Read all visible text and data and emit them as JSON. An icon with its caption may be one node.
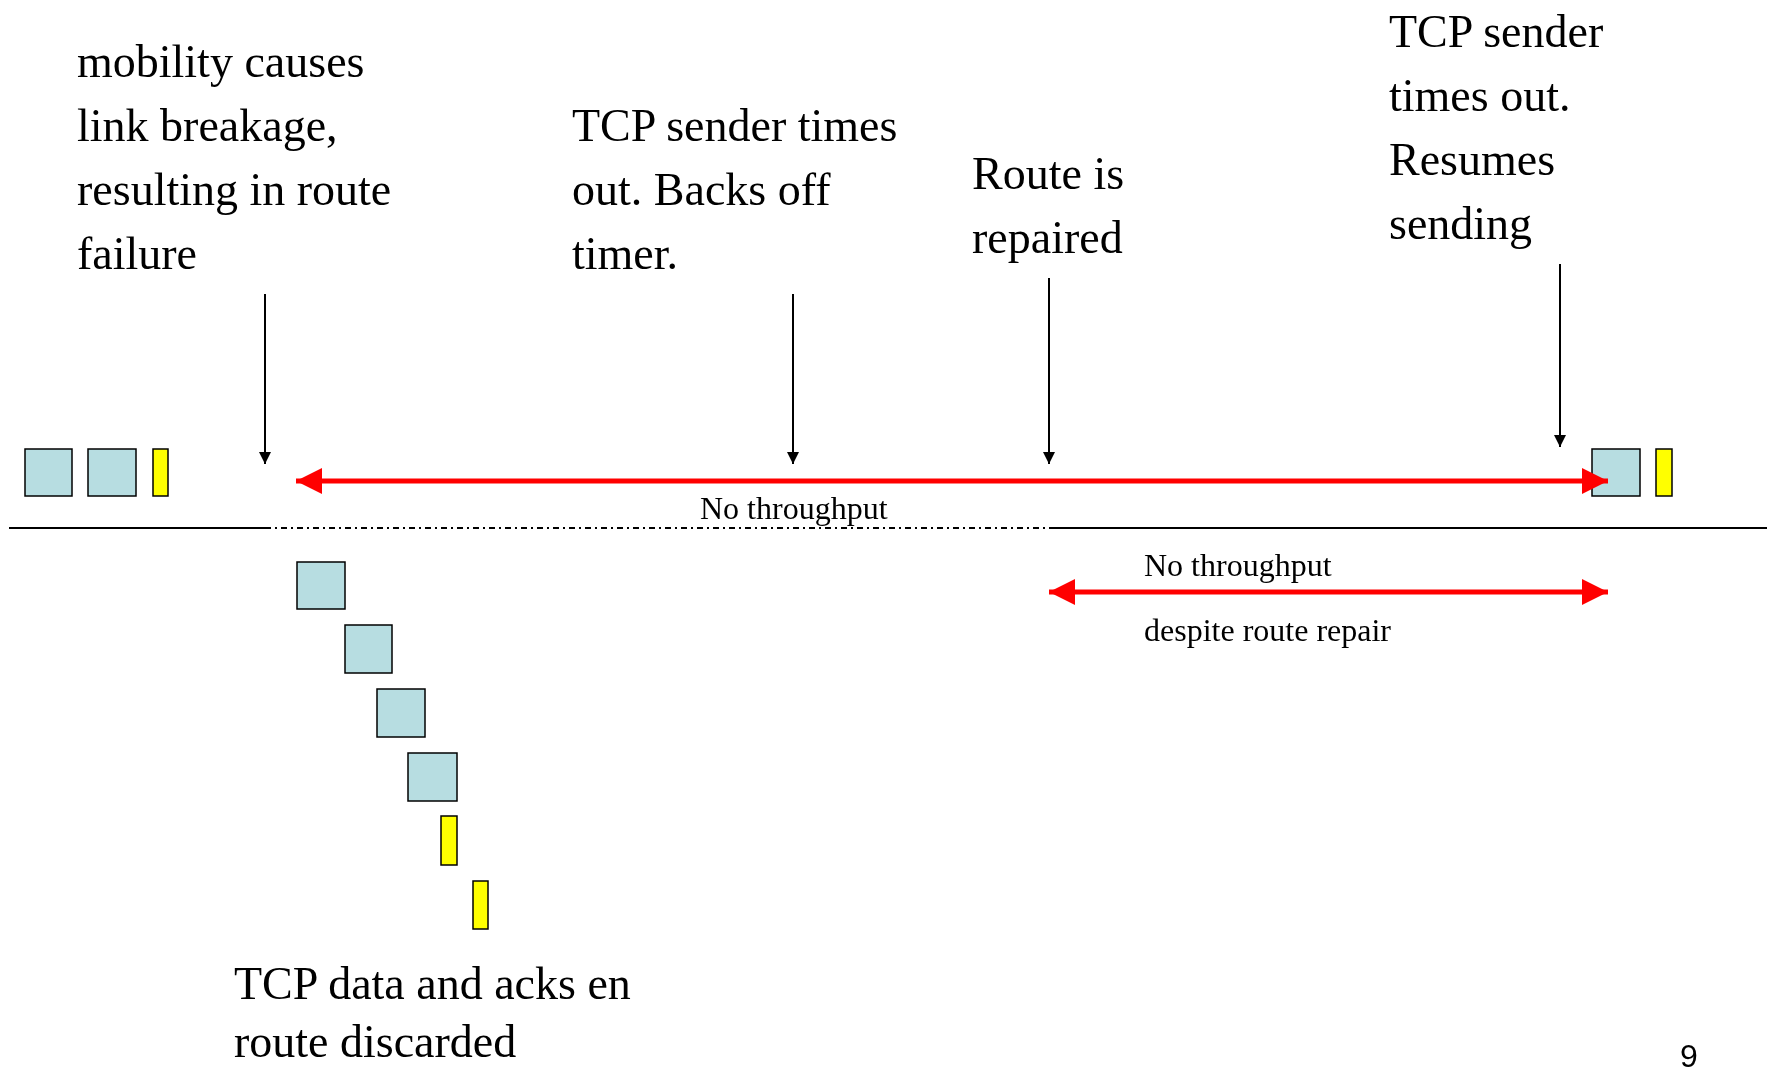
{
  "diagram": {
    "nodes": [
      {
        "text": [
          "mobility causes link breakage, resulting in route failure"
        ]
      },
      {
        "text": [
          "TCP sender times out. Backs off timer."
        ]
      },
      {
        "text": [
          "Route is repaired"
        ]
      },
      {
        "text": [
          "TCP sender times out. Resumes sending"
        ]
      }
    ],
    "edges": [
      {
        "from": 0,
        "to": null,
        "arrow": "to"
      },
      {
        "from": 1,
        "to": null,
        "arrow": "to"
      },
      {
        "from": 2,
        "to": null,
        "arrow": "to"
      },
      {
        "from": 3,
        "to": null,
        "arrow": "to"
      }
    ],
    "labels": [
      "No throughput",
      "No throughput",
      "despite route repair",
      "TCP data and acks en route discarded",
      "9"
    ]
  }
}
